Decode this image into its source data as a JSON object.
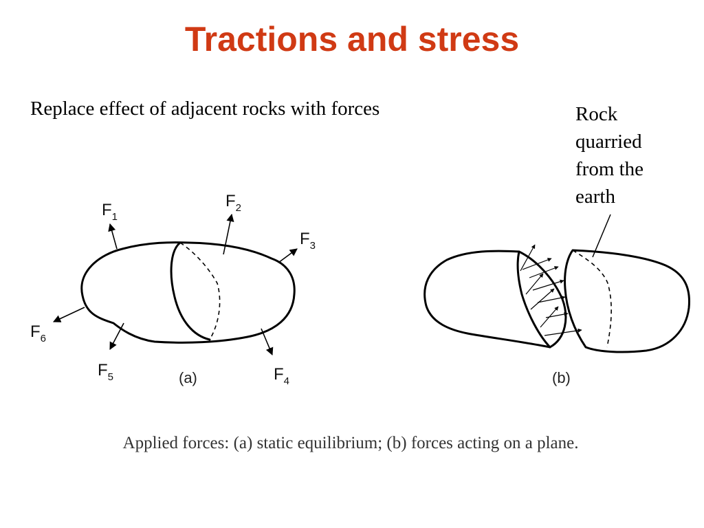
{
  "title": "Tractions and stress",
  "subtitle": "Replace effect of adjacent rocks with forces",
  "note_lines": [
    "Rock",
    "quarried",
    "from the",
    "earth"
  ],
  "figure": {
    "forces": [
      {
        "symbol": "F",
        "index": "1"
      },
      {
        "symbol": "F",
        "index": "2"
      },
      {
        "symbol": "F",
        "index": "3"
      },
      {
        "symbol": "F",
        "index": "4"
      },
      {
        "symbol": "F",
        "index": "5"
      },
      {
        "symbol": "F",
        "index": "6"
      }
    ],
    "panel_a": "(a)",
    "panel_b": "(b)",
    "caption": "Applied forces:  (a) static equilibrium;  (b) forces acting on a plane."
  }
}
